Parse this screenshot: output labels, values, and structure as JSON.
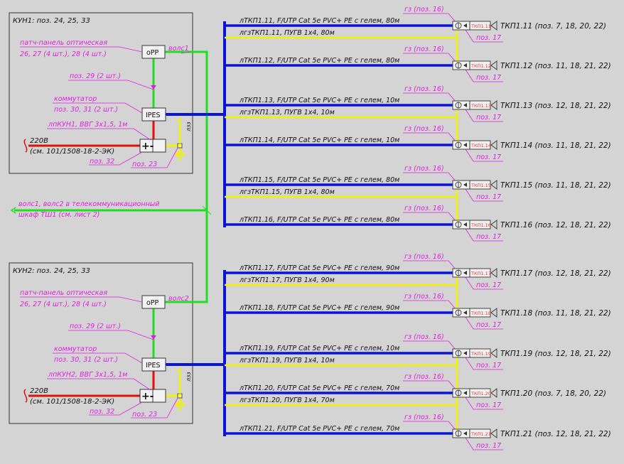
{
  "kun": [
    {
      "title": "КУН1: поз. 24, 25, 33",
      "patch_label_1": "патч-панель оптическая",
      "patch_label_2": "26, 27 (4 шт.), 28 (4 шт.)",
      "pos29": "поз. 29 (2 шт.)",
      "switch_label_1": "коммутатор",
      "switch_label_2": "поз. 30, 31 (2 шт.)",
      "power_cable": "лпКУН1, ВВГ 3х1,5, 1м",
      "power_220": "220В",
      "power_ref": "(см. 101/1508-18-2-ЭК)",
      "pos32": "поз. 32",
      "pos23": "поз. 23",
      "opp": "oPP",
      "ipes": "IPES",
      "fiber": "волс1",
      "lzz": "лзз"
    },
    {
      "title": "КУН2: поз. 24, 25, 33",
      "patch_label_1": "патч-панель оптическая",
      "patch_label_2": "26, 27 (4 шт.), 28 (4 шт.)",
      "pos29": "поз. 29 (2 шт.)",
      "switch_label_1": "коммутатор",
      "switch_label_2": "поз. 30, 31 (2 шт.)",
      "power_cable": "лпКУН2, ВВГ 3х1,5, 1м",
      "power_220": "220В",
      "power_ref": "(см. 101/1508-18-2-ЭК)",
      "pos32": "поз. 32",
      "pos23": "поз. 23",
      "opp": "oPP",
      "ipes": "IPES",
      "fiber": "волс2",
      "lzz": "лзз"
    }
  ],
  "fiber_note_1": "волс1, волс2 в телекоммуникационный",
  "fiber_note_2": "шкаф ТШ1 (см. лист 2)",
  "branches": [
    {
      "cable": "лТКП1.11, F/UTP Cat 5e PVC+ PE с гелем, 80м",
      "ground": "лгзТКП1.11, ПУГВ 1х4, 80м",
      "gz": "гз (поз. 16)",
      "pos": "поз. 17",
      "box": "ТКП1.11",
      "label": "ТКП1.11 (поз. 7, 18, 20, 22)"
    },
    {
      "cable": "лТКП1.12, F/UTP Cat 5e PVC+ PE с гелем, 80м",
      "ground": "",
      "gz": "гз (поз. 16)",
      "pos": "поз. 17",
      "box": "ТКП1.12",
      "label": "ТКП1.12 (поз. 11, 18, 21, 22)"
    },
    {
      "cable": "лТКП1.13, F/UTP Cat 5e PVC+ PE с гелем, 10м",
      "ground": "лгзТКП1.13, ПУГВ 1х4, 10м",
      "gz": "гз (поз. 16)",
      "pos": "поз. 17",
      "box": "ТКП1.13",
      "label": "ТКП1.13 (поз. 12, 18, 21, 22)"
    },
    {
      "cable": "лТКП1.14, F/UTP Cat 5e PVC+ PE с гелем, 10м",
      "ground": "",
      "gz": "гз (поз. 16)",
      "pos": "поз. 17",
      "box": "ТКП1.14",
      "label": "ТКП1.14 (поз. 11, 18, 21, 22)"
    },
    {
      "cable": "лТКП1.15, F/UTP Cat 5e PVC+ PE с гелем, 80м",
      "ground": "лгзТКП1.15, ПУГВ 1х4, 80м",
      "gz": "гз (поз. 16)",
      "pos": "поз. 17",
      "box": "ТКП1.15",
      "label": "ТКП1.15 (поз. 11, 18, 21, 22)"
    },
    {
      "cable": "лТКП1.16, F/UTP Cat 5e PVC+ PE с гелем, 80м",
      "ground": "",
      "gz": "гз (поз. 16)",
      "pos": "поз. 17",
      "box": "ТКП1.16",
      "label": "ТКП1.16 (поз. 12, 18, 21, 22)"
    },
    {
      "cable": "лТКП1.17, F/UTP Cat 5e PVC+ PE с гелем, 90м",
      "ground": "лгзТКП1.17, ПУГВ 1х4, 90м",
      "gz": "гз (поз. 16)",
      "pos": "поз. 17",
      "box": "ТКП1.17",
      "label": "ТКП1.17 (поз. 12, 18, 21, 22)"
    },
    {
      "cable": "лТКП1.18, F/UTP Cat 5e PVC+ PE с гелем, 90м",
      "ground": "",
      "gz": "гз (поз. 16)",
      "pos": "поз. 17",
      "box": "ТКП1.18",
      "label": "ТКП1.18 (поз. 11, 18, 21, 22)"
    },
    {
      "cable": "лТКП1.19, F/UTP Cat 5e PVC+ PE с гелем, 10м",
      "ground": "лгзТКП1.19, ПУГВ 1х4, 10м",
      "gz": "гз (поз. 16)",
      "pos": "поз. 17",
      "box": "ТКП1.19",
      "label": "ТКП1.19 (поз. 12, 18, 21, 22)"
    },
    {
      "cable": "лТКП1.20, F/UTP Cat 5e PVC+ PE с гелем, 70м",
      "ground": "лгзТКП1.20, ПУГВ 1х4, 70м",
      "gz": "гз (поз. 16)",
      "pos": "поз. 17",
      "box": "ТКП1.20",
      "label": "ТКП1.20 (поз. 7, 18, 20, 22)"
    },
    {
      "cable": "лТКП1.21, F/UTP Cat 5e PVC+ PE с гелем, 70м",
      "ground": "",
      "gz": "гз (поз. 16)",
      "pos": "поз. 17",
      "box": "ТКП1.21",
      "label": "ТКП1.21 (поз. 12, 18, 21, 22)"
    }
  ],
  "colors": {
    "cable": "#0a14d8",
    "ground": "#f2f200",
    "fiber": "#22dd22",
    "power": "#e01010",
    "label": "#e020e0",
    "background": "#d4d4d4"
  }
}
